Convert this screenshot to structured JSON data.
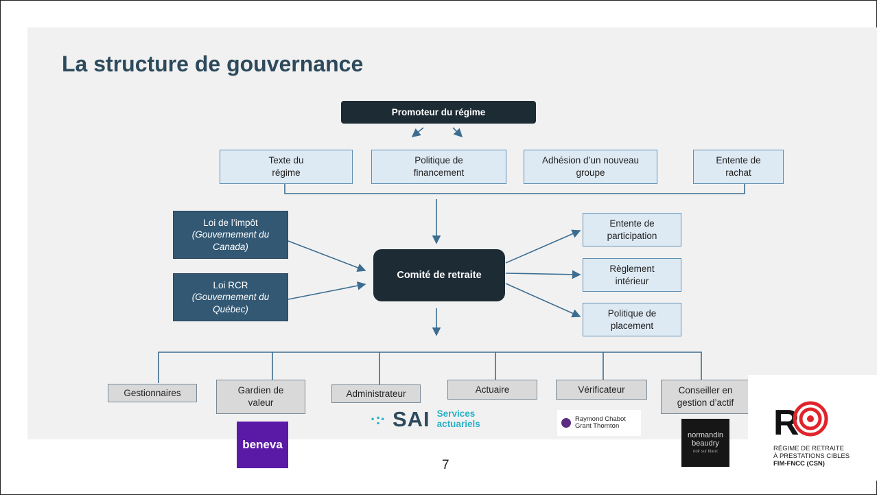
{
  "slide": {
    "title": "La structure de gouvernance",
    "page_number": "7"
  },
  "promoter": {
    "label": "Promoteur du régime"
  },
  "documents": [
    {
      "line1": "Texte du",
      "line2": "régime"
    },
    {
      "line1": "Politique de",
      "line2": "financement"
    },
    {
      "line1": "Adhésion d’un nouveau",
      "line2": "groupe"
    },
    {
      "line1": "Entente de",
      "line2": "rachat"
    }
  ],
  "laws": [
    {
      "line1": "Loi de l’impôt",
      "line2": "(Gouvernement du",
      "line3": "Canada)"
    },
    {
      "line1": "Loi RCR",
      "line2": "(Gouvernement du",
      "line3": "Québec)"
    }
  ],
  "committee": {
    "label": "Comité de retraite"
  },
  "outputs": [
    {
      "line1": "Entente de",
      "line2": "participation"
    },
    {
      "line1": "Règlement",
      "line2": "intérieur"
    },
    {
      "line1": "Politique de",
      "line2": "placement"
    }
  ],
  "providers": [
    {
      "line1": "Gestionnaires",
      "line2": ""
    },
    {
      "line1": "Gardien de",
      "line2": "valeur"
    },
    {
      "line1": "Administrateur",
      "line2": ""
    },
    {
      "line1": "Actuaire",
      "line2": ""
    },
    {
      "line1": "Vérificateur",
      "line2": ""
    },
    {
      "line1": "Conseiller en",
      "line2": "gestion d’actif"
    }
  ],
  "logos": {
    "beneva": "beneva",
    "sai_mark": "·:·",
    "sai": "SAI",
    "sai_sub1": "Services",
    "sai_sub2": "actuariels",
    "rcgt1": "Raymond Chabot",
    "rcgt2": "Grant Thornton",
    "nb1": "normandin",
    "nb2": "beaudry",
    "nb3": "noir sur blanc",
    "regime_r": "R",
    "regime1": "RÉGIME DE RETRAITE",
    "regime2": "À PRESTATIONS CIBLES",
    "regime3": "FIM-FNCC (CSN)"
  },
  "colors": {
    "title": "#2d4a5c",
    "light_box": "#dde9f3",
    "law_box": "#325874",
    "committee_box": "#1d2b35",
    "provider_box": "#d9d9d9",
    "connector": "#3c6d91",
    "regime_red": "#e0242b"
  }
}
